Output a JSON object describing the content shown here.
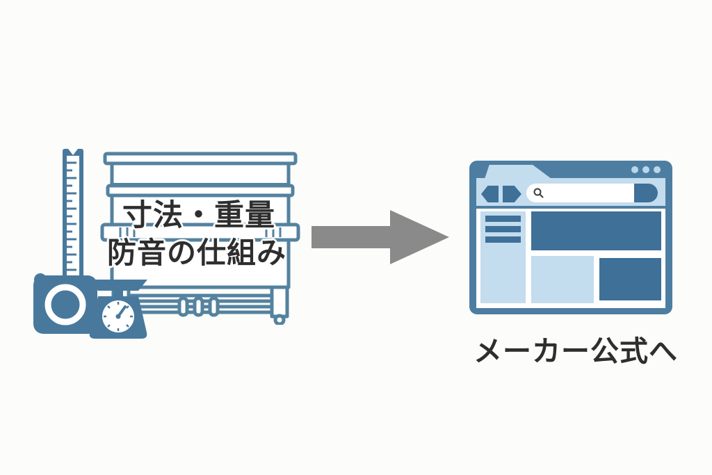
{
  "left_panel": {
    "caption_line1": "寸法・重量",
    "caption_line2": "防音の仕組み",
    "icon_names": [
      "tape-measure-icon",
      "upright-piano-icon",
      "kitchen-scale-icon"
    ]
  },
  "connector": {
    "icon_name": "right-arrow-icon",
    "direction": "right"
  },
  "right_panel": {
    "icon_names": [
      "browser-window-icon",
      "back-arrow-icon",
      "forward-arrow-icon",
      "search-magnifier-icon",
      "window-control-dots"
    ],
    "caption": "メーカー公式へ"
  },
  "colors": {
    "background": "#fcfcfa",
    "icon_blue": "#48799d",
    "piano_stroke": "#54829f",
    "frame_blue": "#4d7ea1",
    "block_dark_blue": "#3e7098",
    "block_light_blue": "#c3dcee",
    "dot_light_blue": "#b9d6ec",
    "arrow_gray": "#8a8a8a",
    "text_color": "#2e2e2e"
  }
}
